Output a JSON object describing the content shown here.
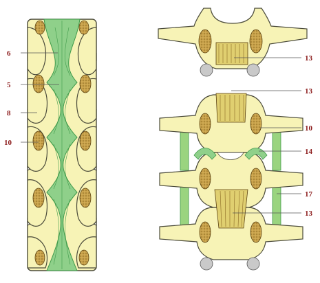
{
  "colors": {
    "bone": "#f7f3b6",
    "bone_outline": "#4a4a3a",
    "ligament": "#8fd08a",
    "ligament_dark": "#3f9a4a",
    "spongy": "#c9a24a",
    "spongy_dark": "#7a5a1e",
    "cartilage": "#c9c9c9",
    "label": "#8b1a1a",
    "leader": "#555555"
  },
  "left_labels": [
    {
      "id": "6",
      "text": "6"
    },
    {
      "id": "5",
      "text": "5"
    },
    {
      "id": "8",
      "text": "8"
    },
    {
      "id": "10",
      "text": "10"
    }
  ],
  "right_labels": [
    {
      "id": "13a",
      "text": "13"
    },
    {
      "id": "13b",
      "text": "13"
    },
    {
      "id": "10",
      "text": "10"
    },
    {
      "id": "14",
      "text": "14"
    },
    {
      "id": "17",
      "text": "17"
    },
    {
      "id": "13c",
      "text": "13"
    }
  ]
}
